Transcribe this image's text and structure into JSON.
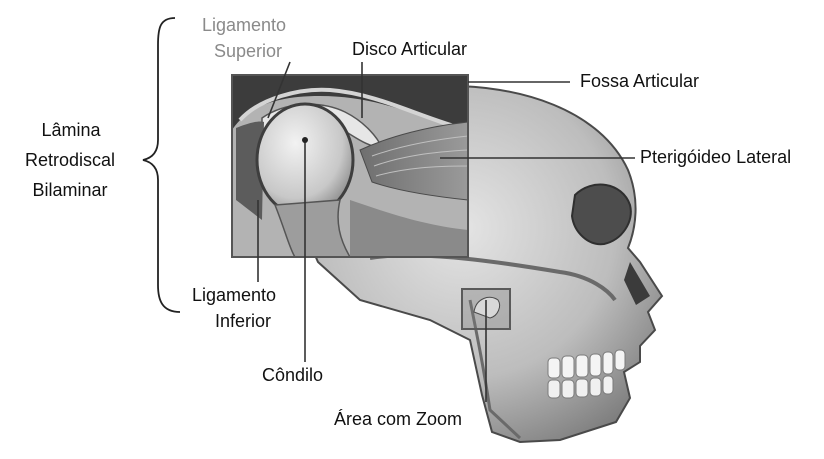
{
  "labels": {
    "lamina_line1": "Lâmina",
    "lamina_line2": "Retrodiscal",
    "lamina_line3": "Bilaminar",
    "ligamento_superior_line1": "Ligamento",
    "ligamento_superior_line2": "Superior",
    "disco_articular": "Disco Articular",
    "fossa_articular": "Fossa Articular",
    "pterigoideo_lateral": "Pterigóideo Lateral",
    "ligamento_inferior_line1": "Ligamento",
    "ligamento_inferior_line2": "Inferior",
    "condilo": "Côndilo",
    "area_com_zoom": "Área com Zoom"
  },
  "colors": {
    "background": "#ffffff",
    "label_text": "#111111",
    "superior_label_text": "#8a8a8a",
    "skull_fill": "#c9c9c9",
    "skull_shadow": "#8e8e8e",
    "skull_dark": "#3a3a3a",
    "leader_line": "#333333"
  }
}
